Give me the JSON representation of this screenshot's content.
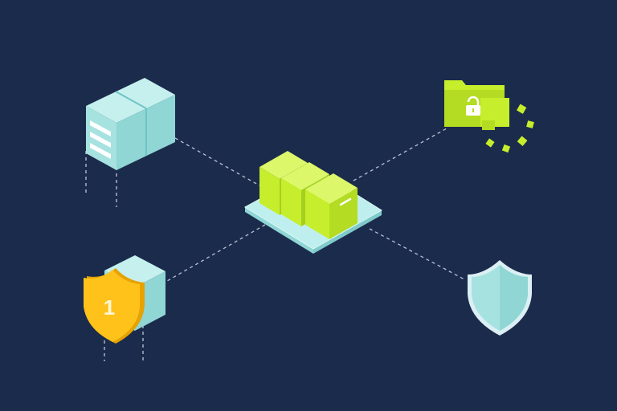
{
  "scene": {
    "background": "#1b2b4b",
    "palette": {
      "teal": "#a6e2e0",
      "teal_dark": "#6fc3c4",
      "lime": "#c6ee2c",
      "lime_dark": "#9fc91d",
      "yellow": "#ffc21b",
      "yellow_dark": "#e6a200",
      "line": "#c9d3e3"
    },
    "nodes": [
      {
        "id": "server-rack",
        "icon": "server-rack-icon"
      },
      {
        "id": "central-hub",
        "icon": "storage-boxes-icon"
      },
      {
        "id": "locked-folder",
        "icon": "locked-folder-icon"
      },
      {
        "id": "primary-backup",
        "icon": "shield-number-icon"
      },
      {
        "id": "protection",
        "icon": "shield-icon"
      }
    ],
    "shield_number": "1"
  }
}
